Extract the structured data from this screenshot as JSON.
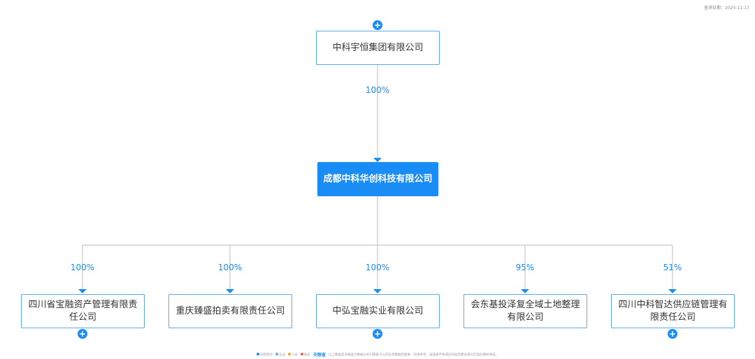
{
  "query_date": "查询日期：2025-11-17",
  "parent": {
    "name": "中科宇恒集团有限公司",
    "share": "100%"
  },
  "center": {
    "name": "成都中科华创科技有限公司"
  },
  "children": [
    {
      "name": "四川省宝融资产管理有限责任公司",
      "share": "100%"
    },
    {
      "name": "重庆臻盛拍卖有限责任公司",
      "share": "100%"
    },
    {
      "name": "中弘宝融实业有限公司",
      "share": "100%"
    },
    {
      "name": "会东基投泽复全域土地整理有限公司",
      "share": "95%"
    },
    {
      "name": "四川中科智达供应链管理有限责任公司",
      "share": "51%"
    }
  ],
  "expand_icon": "plus-icon",
  "colors": {
    "accent": "#1a8cf5",
    "border": "#5aa9f0",
    "line": "#c8c8c8"
  },
  "footer": {
    "legend": [
      "法院风险",
      "企业",
      "人员",
      "股东"
    ],
    "brand": "天眼查",
    "note": "以上数据是天眼查大数据分析引擎基于公开信息数据的结果，仅供参考。该成果不构成任何投资建议或对方案的最终保证。"
  }
}
